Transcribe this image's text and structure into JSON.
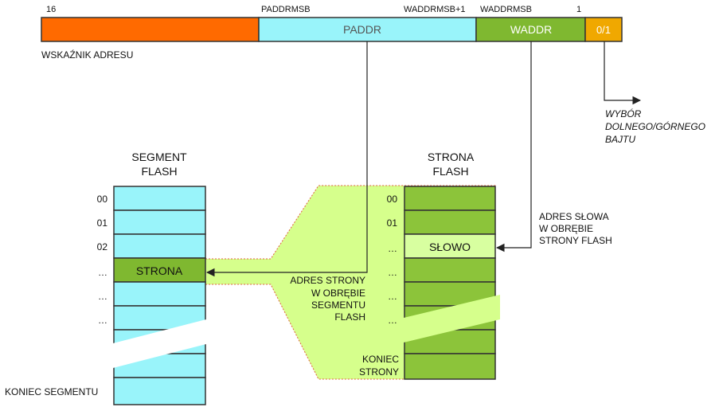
{
  "register": {
    "bit_labels": {
      "b16": "16",
      "paddrmsb": "PADDRMSB",
      "waddrmsb_plus1": "WADDRMSB+1",
      "waddrmsb": "WADDRMSB",
      "b1": "1"
    },
    "fields": {
      "paddr": "PADDR",
      "waddr": "WADDR",
      "byte_sel": "0/1"
    },
    "pointer_label": "WSKAŹNIK ADRESU",
    "colors": {
      "pointer": "#ff6a00",
      "paddr": "#99f4fa",
      "waddr": "#7fb830",
      "byte_sel": "#f0a800"
    }
  },
  "byte_select": {
    "lines": [
      "WYBÓR",
      "DOLNEGO/GÓRNEGO",
      "BAJTU"
    ]
  },
  "segment": {
    "title_lines": [
      "SEGMENT",
      "FLASH"
    ],
    "row_labels": [
      "00",
      "01",
      "02",
      "…",
      "…",
      "…"
    ],
    "page_label": "STRONA",
    "end_label": "KONIEC SEGMENTU",
    "colors": {
      "cell": "#99f4fa",
      "page": "#7fb830"
    }
  },
  "page": {
    "title_lines": [
      "STRONA",
      "FLASH"
    ],
    "row_labels": [
      "00",
      "01",
      "…",
      "…",
      "…",
      "…"
    ],
    "word_label": "SŁOWO",
    "end_label_lines": [
      "KONIEC",
      "STRONY"
    ],
    "colors": {
      "cell": "#8cc43a",
      "word": "#d8ffa0",
      "highlight": "#d6ff8c"
    }
  },
  "annotations": {
    "page_address_lines": [
      "ADRES STRONY",
      "W OBRĘBIE",
      "SEGMENTU",
      "FLASH"
    ],
    "word_address_lines": [
      "ADRES SŁOWA",
      "W OBRĘBIE",
      "STRONY FLASH"
    ]
  }
}
